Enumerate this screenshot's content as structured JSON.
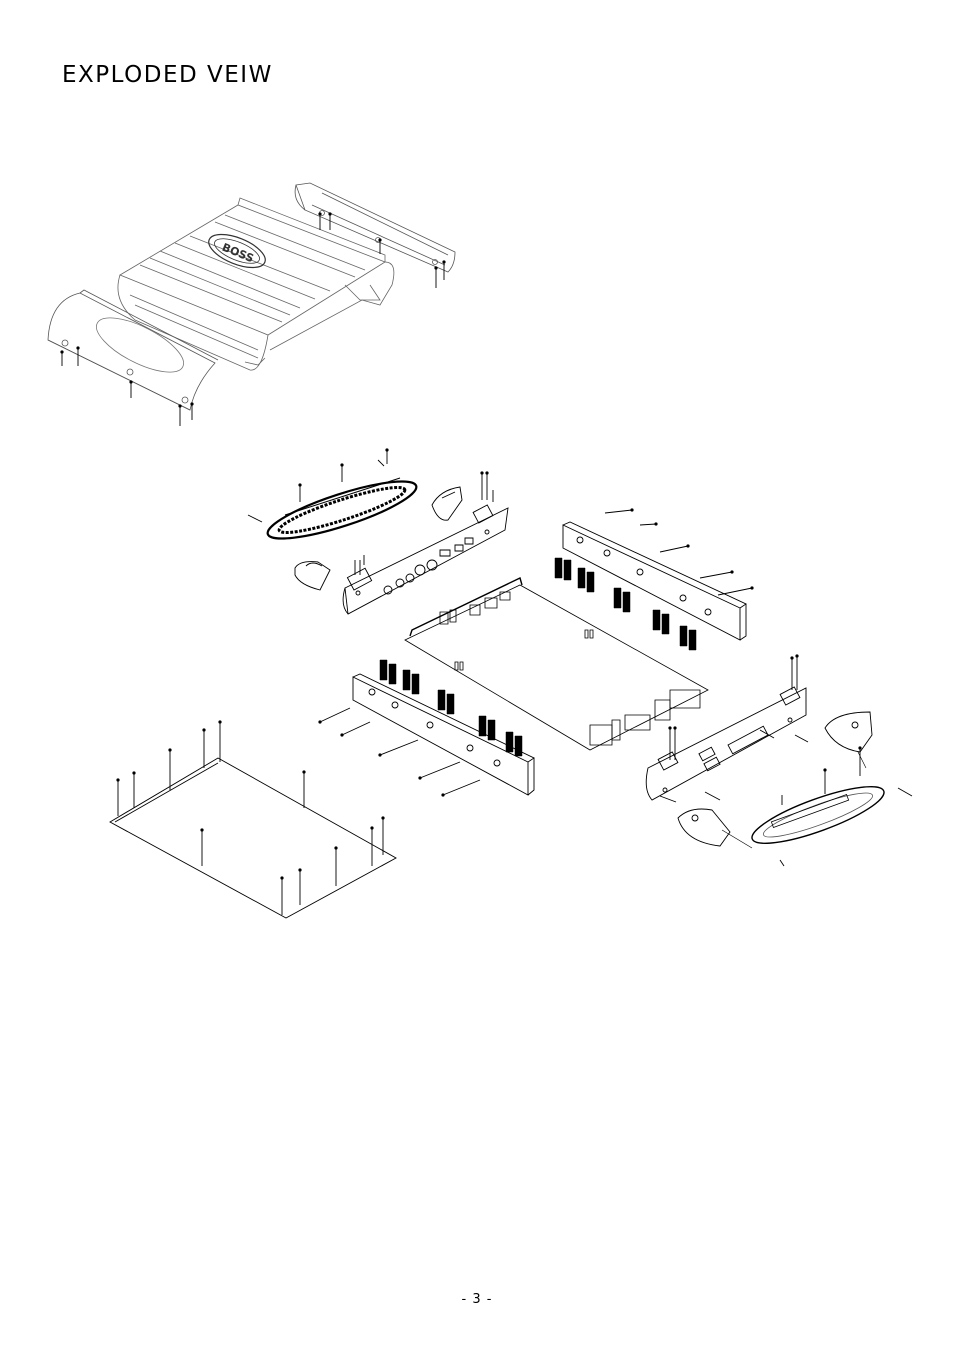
{
  "page": {
    "title": "EXPLODED VEIW",
    "page_number": "- 3 -"
  },
  "drawing": {
    "logo_text": "BOSS",
    "parts": [
      "top-heatsink-cover",
      "left-end-cap",
      "right-end-cap",
      "front-panel",
      "rear-panel",
      "front-bezel",
      "rear-bezel",
      "circuit-board",
      "transistor-bank-left",
      "transistor-bank-right",
      "bottom-plate",
      "screws"
    ]
  }
}
